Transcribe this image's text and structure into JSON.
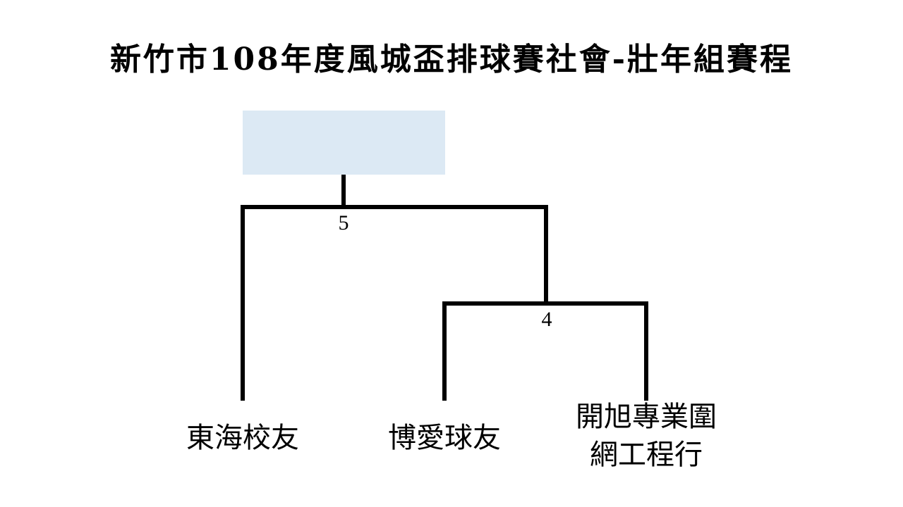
{
  "title": "新竹市108年度風城盃排球賽社會-壯年組賽程",
  "colors": {
    "line": "#000000",
    "winner_box": "#dce9f4",
    "background": "#ffffff"
  },
  "bracket": {
    "final_match": {
      "number": "5"
    },
    "semi_match": {
      "number": "4"
    },
    "teams": [
      {
        "name": "東海校友"
      },
      {
        "name": "博愛球友"
      },
      {
        "name_line1": "開旭專業圍",
        "name_line2": "網工程行"
      }
    ]
  }
}
